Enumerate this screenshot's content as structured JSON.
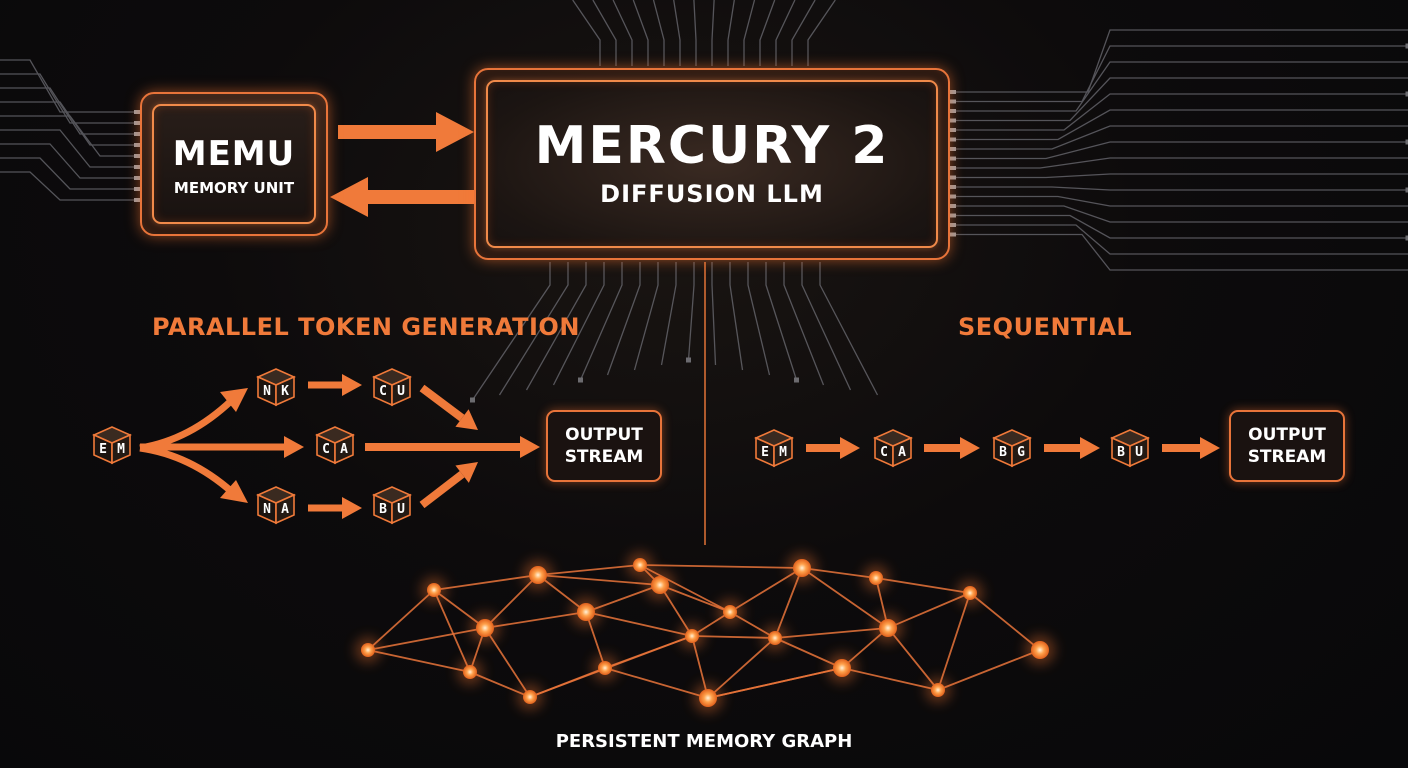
{
  "memu": {
    "title": "MEMU",
    "subtitle": "MEMORY UNIT"
  },
  "mercury": {
    "title": "MERCURY 2",
    "subtitle": "DIFFUSION LLM"
  },
  "parallel": {
    "heading": "PARALLEL TOKEN GENERATION",
    "output_line1": "OUTPUT",
    "output_line2": "STREAM",
    "tokens": {
      "source": [
        "E",
        "M"
      ],
      "top_a": [
        "N",
        "K"
      ],
      "top_b": [
        "C",
        "U"
      ],
      "mid": [
        "C",
        "A"
      ],
      "bot_a": [
        "N",
        "A"
      ],
      "bot_b": [
        "B",
        "U"
      ]
    }
  },
  "sequential": {
    "heading": "SEQUENTIAL",
    "output_line1": "OUTPUT",
    "output_line2": "STREAM",
    "tokens": [
      [
        "E",
        "M"
      ],
      [
        "C",
        "A"
      ],
      [
        "B",
        "G"
      ],
      [
        "B",
        "U"
      ]
    ]
  },
  "graph": {
    "label": "PERSISTENT MEMORY GRAPH"
  },
  "colors": {
    "accent": "#f07a3a",
    "glow": "#ff8a4a",
    "background": "#0d0b0c",
    "trace": "#7a7a80"
  }
}
